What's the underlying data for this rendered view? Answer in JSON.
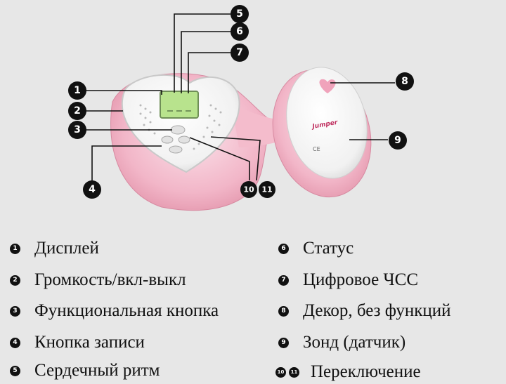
{
  "callouts": [
    {
      "num": "1",
      "label": "Дисплей"
    },
    {
      "num": "2",
      "label": "Громкость/вкл-выкл"
    },
    {
      "num": "3",
      "label": "Функциональная кнопка"
    },
    {
      "num": "4",
      "label": "Кнопка записи"
    },
    {
      "num": "5",
      "label": "Сердечный ритм"
    },
    {
      "num": "6",
      "label": "Статус"
    },
    {
      "num": "7",
      "label": "Цифровое ЧСС"
    },
    {
      "num": "8",
      "label": "Декор, без функций"
    },
    {
      "num": "9",
      "label": "Зонд (датчик)"
    },
    {
      "num": "10",
      "label": "Переключение"
    },
    {
      "num": "11",
      "label": ""
    }
  ],
  "device": {
    "brand": "Jumper",
    "mark": "CE"
  },
  "colors": {
    "pink": "#f2b6c8",
    "pink_dark": "#e497ad",
    "white": "#fafafa",
    "screen": "#b8e38d",
    "badge": "#111111"
  }
}
